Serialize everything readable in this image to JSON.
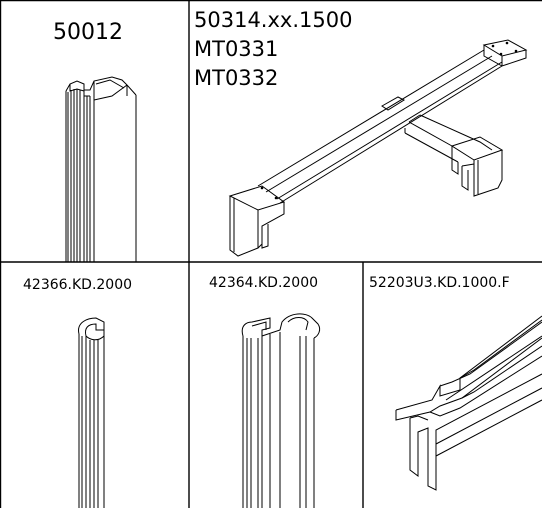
{
  "panels": [
    {
      "id": "50012",
      "lines": [
        "50012"
      ]
    },
    {
      "id": "50314",
      "lines": [
        "50314.xx.1500",
        "MT0331",
        "MT0332"
      ]
    },
    {
      "id": "42366",
      "lines": [
        "42366.KD.2000"
      ]
    },
    {
      "id": "42364",
      "lines": [
        "42364.KD.2000"
      ]
    },
    {
      "id": "52203",
      "lines": [
        "52203U3.KD.1000.F"
      ]
    }
  ],
  "colors": {
    "line": "#000000",
    "background": "#ffffff"
  }
}
